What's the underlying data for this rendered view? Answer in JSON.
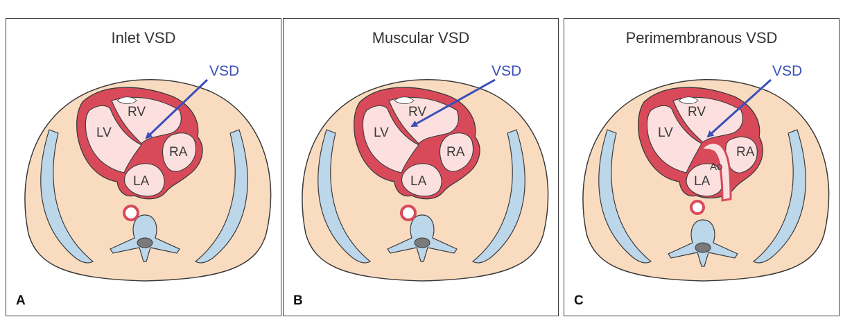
{
  "panels": [
    {
      "letter": "A",
      "title": "Inlet VSD",
      "labels": {
        "rv": "RV",
        "lv": "LV",
        "ra": "RA",
        "la": "LA",
        "vsd": "VSD"
      }
    },
    {
      "letter": "B",
      "title": "Muscular VSD",
      "labels": {
        "rv": "RV",
        "lv": "LV",
        "ra": "RA",
        "la": "LA",
        "vsd": "VSD"
      }
    },
    {
      "letter": "C",
      "title": "Perimembranous VSD",
      "labels": {
        "rv": "RV",
        "lv": "LV",
        "ra": "RA",
        "la": "LA",
        "ao": "Ao",
        "vsd": "VSD"
      }
    }
  ],
  "colors": {
    "chest": "#f9dcc0",
    "myocardium": "#d84a5a",
    "chamber": "#fbe0df",
    "bone": "#bcd6ea",
    "cord": "#7a7a7a",
    "arrow": "#3a4fb8"
  }
}
